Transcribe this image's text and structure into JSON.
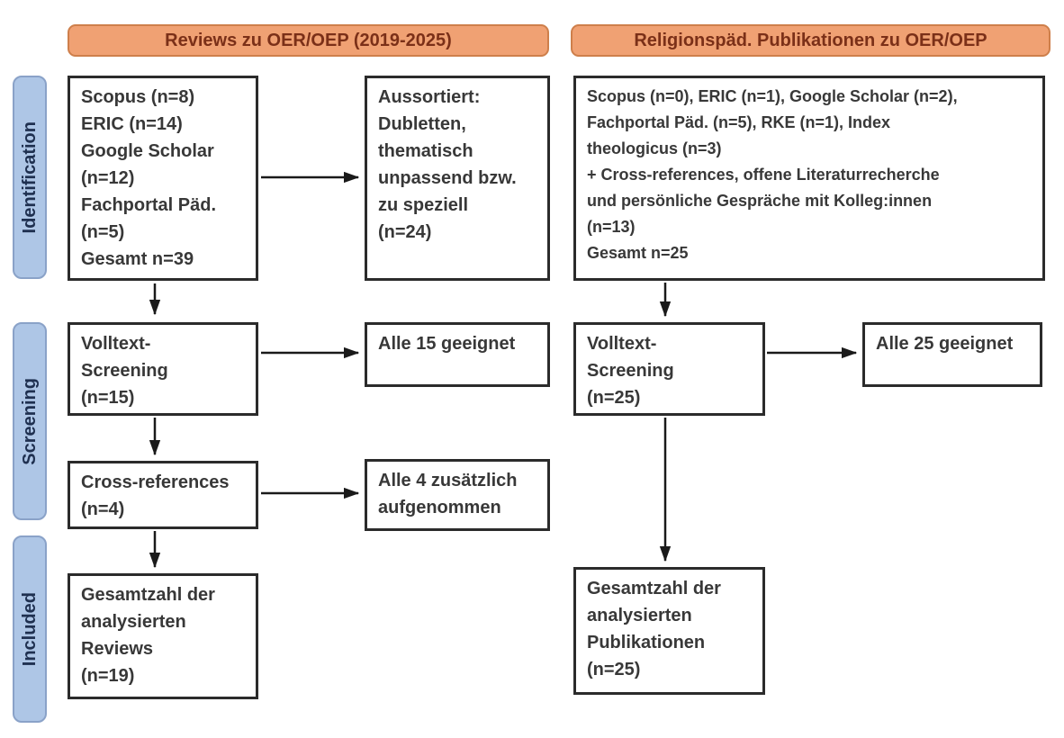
{
  "headers": {
    "left": "Reviews zu OER/OEP (2019-2025)",
    "right": "Religionspäd. Publikationen zu OER/OEP"
  },
  "stage_labels": {
    "identification": "Identification",
    "screening": "Screening",
    "included": "Included"
  },
  "left_flow": {
    "sources": "Scopus (n=8)\nERIC (n=14)\nGoogle Scholar\n(n=12)\nFachportal Päd.\n(n=5)\nGesamt n=39",
    "excluded": "Aussortiert:\nDubletten,\nthematisch\nunpassend bzw.\nzu speziell\n(n=24)",
    "fulltext_screening": "Volltext-\nScreening\n(n=15)",
    "fulltext_result": "Alle 15 geeignet",
    "cross_references": "Cross-references\n(n=4)",
    "cross_references_result": "Alle 4 zusätzlich\naufgenommen",
    "included_total": "Gesamtzahl der\nanalysierten\nReviews\n(n=19)"
  },
  "right_flow": {
    "sources": "Scopus (n=0), ERIC (n=1), Google Scholar (n=2),\nFachportal Päd. (n=5), RKE (n=1), Index\ntheologicus (n=3)\n+ Cross-references, offene Literaturrecherche\nund persönliche Gespräche mit Kolleg:innen\n(n=13)\nGesamt n=25",
    "fulltext_screening": "Volltext-\nScreening\n(n=25)",
    "fulltext_result": "Alle 25 geeignet",
    "included_total": "Gesamtzahl der\nanalysierten\nPublikationen\n(n=25)"
  },
  "colors": {
    "header_fill": "#F0A173",
    "header_border": "#CE7F4B",
    "header_text": "#7B3018",
    "stage_fill": "#AEC6E6",
    "stage_border": "#8AA2C8",
    "stage_text": "#1F3050",
    "box_border": "#2B2B2B",
    "box_text": "#383838",
    "arrow": "#1A1A1A"
  }
}
